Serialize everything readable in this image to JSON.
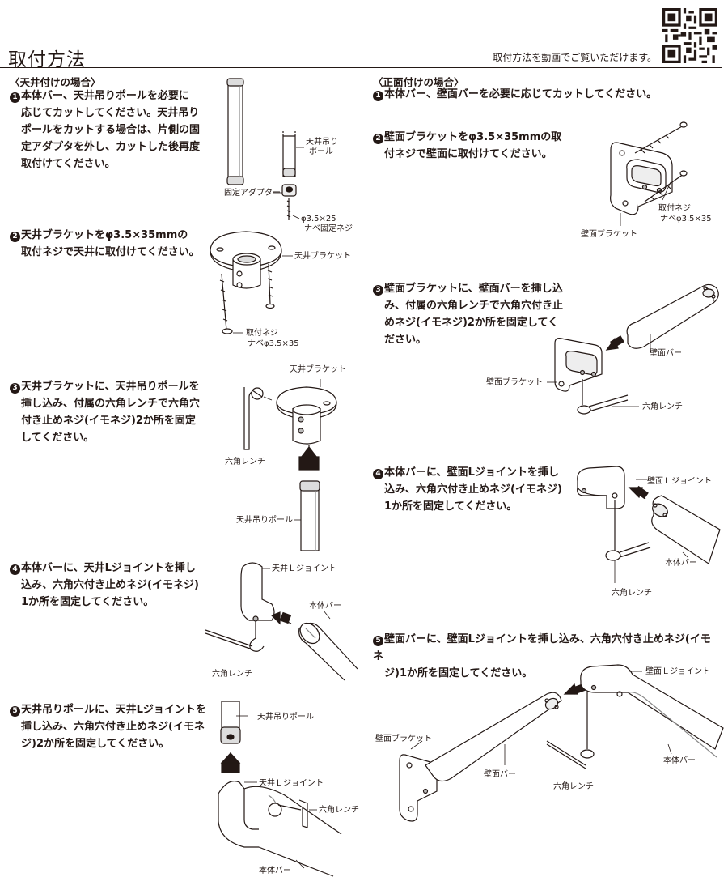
{
  "header": {
    "title": "取付方法",
    "video_note": "取付方法を動画でご覧いただけます。",
    "qr_icon": "qr-code-icon"
  },
  "ceiling": {
    "section_title": "〈天井付けの場合〉",
    "steps": [
      {
        "num": "1",
        "lines": [
          "本体バー、天井吊りポールを必要に",
          "応じてカットしてください。天井吊り",
          "ポールをカットする場合は、片側の固",
          "定アダプタを外し、カットした後再度",
          "取付けてください。"
        ]
      },
      {
        "num": "2",
        "lines": [
          "天井ブラケットをφ3.5×35mmの",
          "取付ネジで天井に取付けてください。"
        ]
      },
      {
        "num": "3",
        "lines": [
          "天井ブラケットに、天井吊りポールを",
          "挿し込み、付属の六角レンチで六角穴",
          "付き止めネジ(イモネジ)2か所を固定",
          "してください。"
        ]
      },
      {
        "num": "4",
        "lines": [
          "本体バーに、天井Lジョイントを挿し",
          "込み、六角穴付き止めネジ(イモネジ)",
          "1か所を固定してください。"
        ]
      },
      {
        "num": "5",
        "lines": [
          "天井吊りポールに、天井Lジョイントを",
          "挿し込み、六角穴付き止めネジ(イモネ",
          "ジ)2か所を固定してください。"
        ]
      }
    ],
    "labels": {
      "pole_a": "天井吊り",
      "pole_b": "ポール",
      "adapter": "固定アダプター",
      "screw_small_a": "φ3.5×25",
      "screw_small_b": "ナベ固定ネジ",
      "bracket": "天井ブラケット",
      "screw_a": "取付ネジ",
      "screw_b": "ナベφ3.5×35",
      "bracket3": "天井ブラケット",
      "wrench3": "六角レンチ",
      "pole3": "天井吊りポール",
      "joint4": "天井Ｌジョイント",
      "bar4": "本体バー",
      "wrench4": "六角レンチ",
      "pole5": "天井吊りポール",
      "joint5": "天井Ｌジョイント",
      "wrench5": "六角レンチ",
      "bar5": "本体バー"
    }
  },
  "front": {
    "section_title": "〈正面付けの場合〉",
    "steps": [
      {
        "num": "1",
        "lines": [
          "本体バー、壁面バーを必要に応じてカットしてください。"
        ]
      },
      {
        "num": "2",
        "lines": [
          "壁面ブラケットをφ3.5×35mmの取",
          "付ネジで壁面に取付けてください。"
        ]
      },
      {
        "num": "3",
        "lines": [
          "壁面ブラケットに、壁面バーを挿し込",
          "み、付属の六角レンチで六角穴付き止",
          "めネジ(イモネジ)2か所を固定してく",
          "ださい。"
        ]
      },
      {
        "num": "4",
        "lines": [
          "本体バーに、壁面Lジョイントを挿し",
          "込み、六角穴付き止めネジ(イモネジ)",
          "1か所を固定してください。"
        ]
      },
      {
        "num": "5",
        "lines": [
          "壁面バーに、壁面Lジョイントを挿し込み、六角穴付き止めネジ(イモネ",
          "ジ)1か所を固定してください。"
        ]
      }
    ],
    "labels": {
      "screw_a": "取付ネジ",
      "screw_b": "ナベφ3.5×35",
      "bracket2": "壁面ブラケット",
      "bar3": "壁面バー",
      "bracket3": "壁面ブラケット",
      "wrench3": "六角レンチ",
      "joint4": "壁面Ｌジョイント",
      "bar4": "本体バー",
      "wrench4": "六角レンチ",
      "joint5": "壁面Ｌジョイント",
      "bracket5": "壁面ブラケット",
      "wallbar5": "壁面バー",
      "bar5": "本体バー",
      "wrench5": "六角レンチ"
    }
  }
}
